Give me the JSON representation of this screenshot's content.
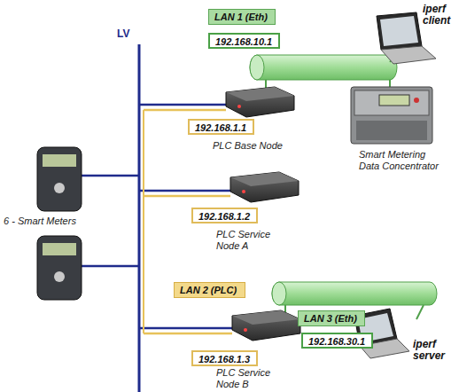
{
  "diagram": {
    "nodes": [
      {
        "text": [
          "LAN 1 (Eth)"
        ]
      },
      {
        "text": [
          "192.168.10.1"
        ]
      },
      {
        "text": [
          "192.168.1.1"
        ]
      },
      {
        "text": [
          "192.168.1.2"
        ]
      },
      {
        "text": [
          "LAN 2 (PLC)"
        ]
      },
      {
        "text": [
          "LAN 3 (Eth)"
        ]
      },
      {
        "text": [
          "192.168.30.1"
        ]
      },
      {
        "text": [
          "192.168.1.3"
        ]
      }
    ],
    "labels": [
      "LV",
      "iperf client",
      "PLC Base Node",
      "Smart Metering Data Concentrator",
      "6 - Smart Meters",
      "PLC Service Node A",
      "iperf server",
      "PLC Service Node B"
    ]
  }
}
